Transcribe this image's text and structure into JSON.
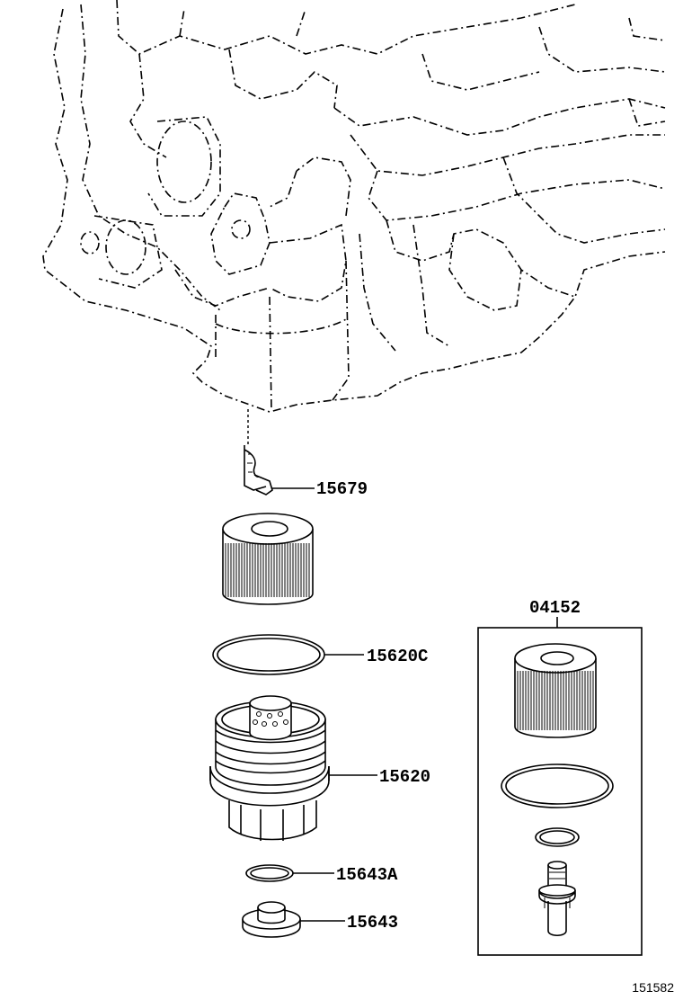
{
  "parts": {
    "drain_tool": "15679",
    "element": "04152",
    "o_ring": "15620C",
    "cap": "15620",
    "gasket": "15643A",
    "plug": "15643"
  },
  "diagram_ref": "151582"
}
